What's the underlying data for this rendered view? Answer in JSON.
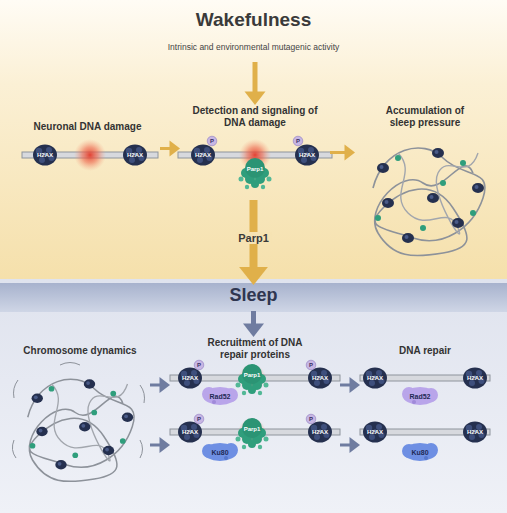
{
  "diagram": {
    "nodes": [
      {
        "text": [
          "Wakefulness",
          "Intrinsic and environmental mutagenic activity"
        ]
      },
      {
        "text": [
          "Neuronal DNA damage"
        ]
      },
      {
        "text": [
          "Detection and signaling of DNA damage"
        ]
      },
      {
        "text": [
          "Accumulation of sleep pressure"
        ]
      },
      {
        "text": [
          "Sleep"
        ]
      },
      {
        "text": [
          "Chromosome dynamics"
        ]
      },
      {
        "text": [
          "Recruitment of DNA repair proteins"
        ]
      },
      {
        "text": [
          "Rad52"
        ],
        "in": 6
      },
      {
        "text": [
          "Ku80"
        ],
        "in": 6
      },
      {
        "text": [
          "DNA repair"
        ]
      },
      {
        "text": [
          "Rad52"
        ],
        "in": 9
      },
      {
        "text": [
          "Ku80"
        ],
        "in": 9
      }
    ],
    "edges": [
      {
        "from": 0,
        "to": 2,
        "arrow": "to"
      },
      {
        "from": 1,
        "to": 2,
        "arrow": "to"
      },
      {
        "from": 2,
        "to": 3,
        "arrow": "to"
      },
      {
        "from": 2,
        "to": 4,
        "label": "Parp1",
        "arrow": "to"
      },
      {
        "from": 4,
        "to": 6,
        "arrow": "to"
      },
      {
        "from": 5,
        "to": 7,
        "arrow": "to"
      },
      {
        "from": 5,
        "to": 8,
        "arrow": "to"
      },
      {
        "from": 7,
        "to": 10,
        "arrow": "to"
      },
      {
        "from": 8,
        "to": 11,
        "arrow": "to"
      }
    ],
    "labels": [
      "H2AX",
      "H2AX",
      "H2AX",
      "P",
      "Parp1",
      "H2AX",
      "P",
      "H2AX",
      "P",
      "Parp1",
      "H2AX",
      "P",
      "H2AX",
      "P",
      "Parp1",
      "H2AX",
      "P",
      "H2AX",
      "H2AX",
      "H2AX",
      "H2AX"
    ]
  }
}
